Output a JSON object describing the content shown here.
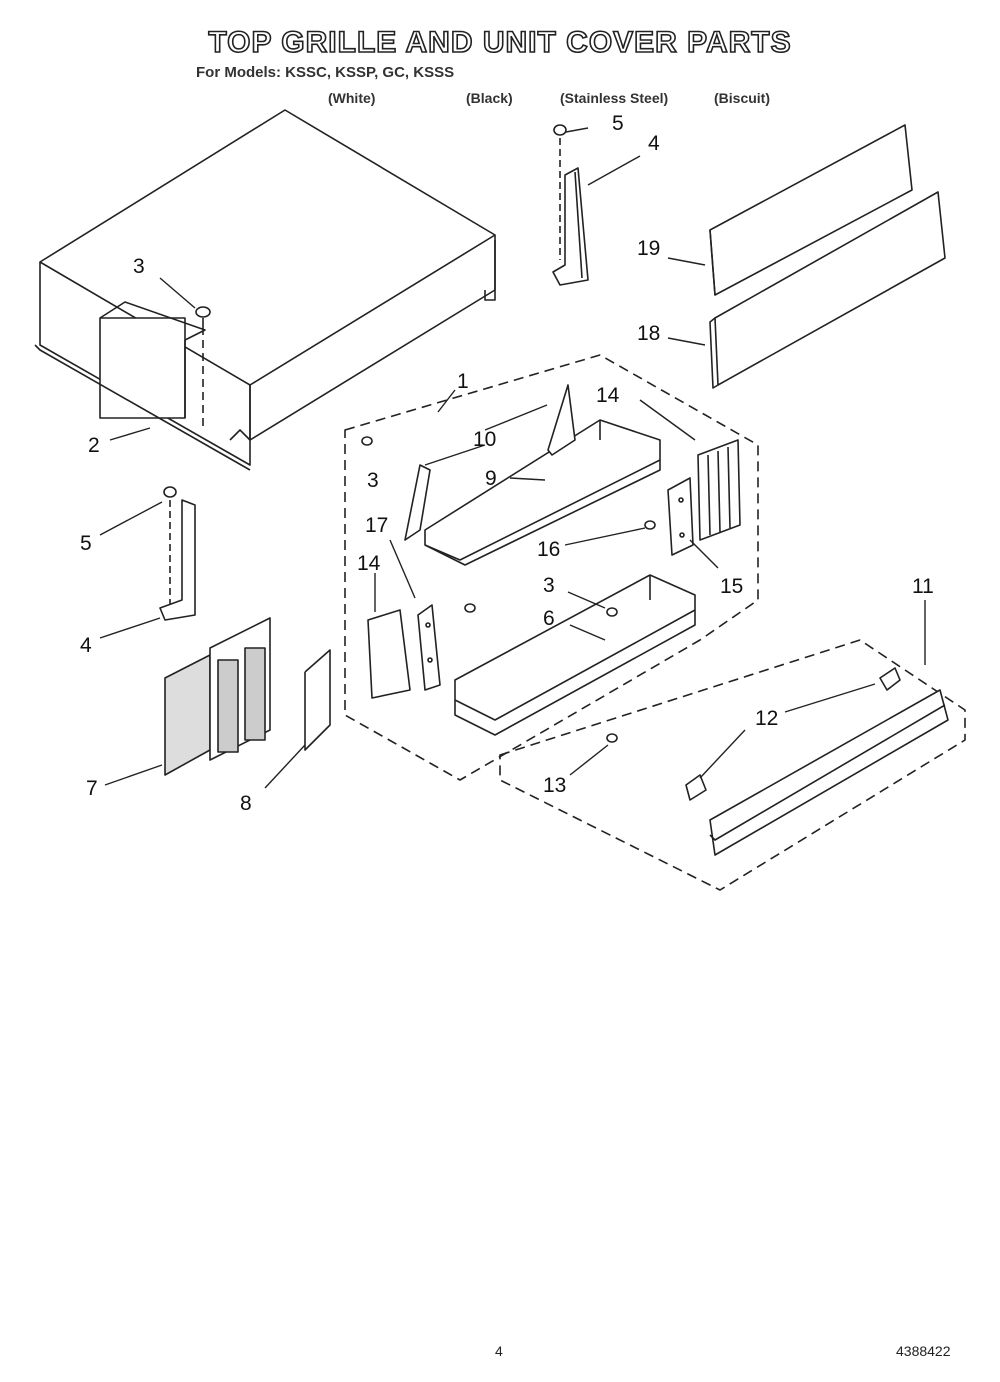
{
  "header": {
    "title": "TOP GRILLE AND UNIT COVER PARTS",
    "models_prefix": "For Models:",
    "models": "KSSC, KSSP, GC, KSSS",
    "colors": [
      "(White)",
      "(Black)",
      "(Stainless Steel)",
      "(Biscuit)"
    ]
  },
  "callouts": {
    "c1": "1",
    "c2": "2",
    "c3a": "3",
    "c3b": "3",
    "c3c": "3",
    "c4a": "4",
    "c4b": "4",
    "c5a": "5",
    "c5b": "5",
    "c6": "6",
    "c7": "7",
    "c8": "8",
    "c9": "9",
    "c10": "10",
    "c11": "11",
    "c12": "12",
    "c13": "13",
    "c14a": "14",
    "c14b": "14",
    "c15": "15",
    "c16": "16",
    "c17": "17",
    "c18": "18",
    "c19": "19"
  },
  "footer": {
    "page_number": "4",
    "doc_number": "4388422"
  },
  "colors": {
    "line": "#222222",
    "fill": "#ffffff"
  }
}
